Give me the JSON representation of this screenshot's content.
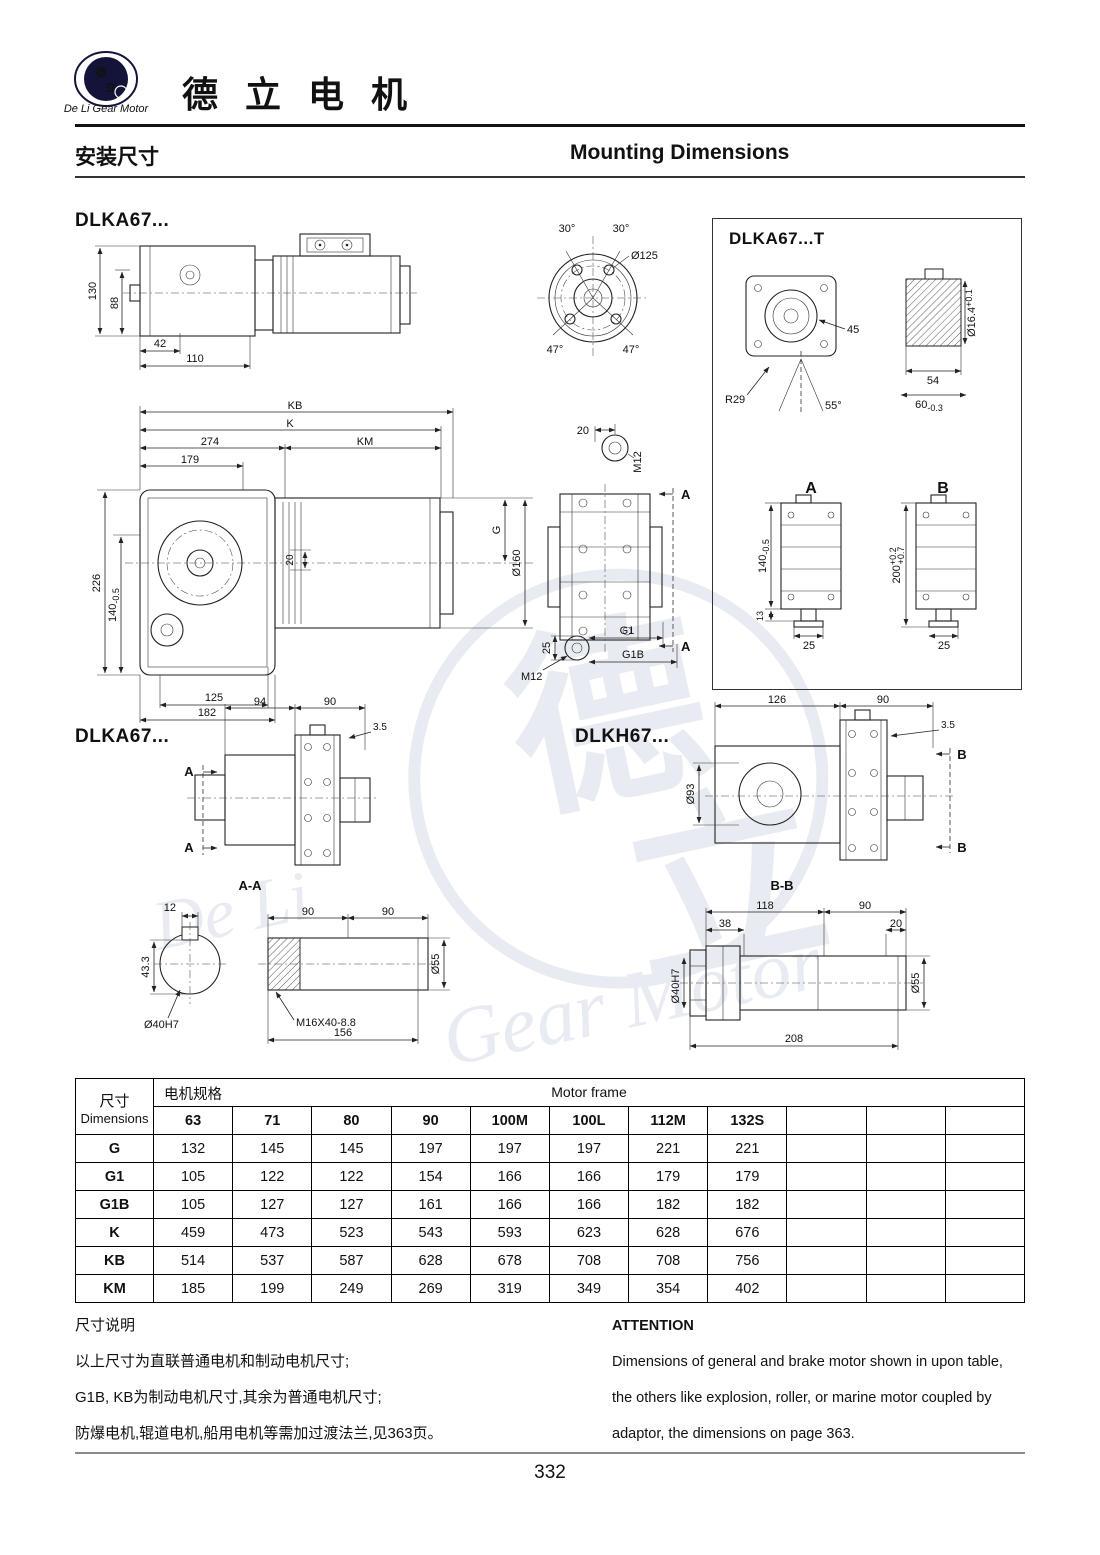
{
  "header": {
    "brand_title": "德 立 电 机",
    "logo_zh1": "德",
    "logo_zh2": "立",
    "logo_en": "De Li Gear Motor"
  },
  "section": {
    "title_zh": "安装尺寸",
    "title_en": "Mounting Dimensions"
  },
  "models": {
    "dlka67_top": "DLKA67...",
    "dlka67_t": "DLKA67...T",
    "dlka67_mid": "DLKA67...",
    "dlkh67": "DLKH67..."
  },
  "watermark": {
    "char1": "德",
    "char2": "立",
    "script1": "De Li",
    "script2": "Gear Motor"
  },
  "dims": {
    "side": {
      "v130": "130",
      "v88": "88",
      "v42": "42",
      "v110": "110"
    },
    "flange": {
      "a30l": "30°",
      "a30r": "30°",
      "d125": "Ø125",
      "a47l": "47°",
      "a47r": "47°"
    },
    "tbox": {
      "v45": "45",
      "r29": "R29",
      "a55": "55°",
      "d164": "Ø16.4",
      "d164t": "+0.1",
      "v54": "54",
      "v60": "60",
      "v60t": "-0.3",
      "viewA": "A",
      "viewB": "B",
      "v140": "140",
      "v140t": "-0.5",
      "v13": "13",
      "v25a": "25",
      "v200": "200",
      "v200t1": "+0.2",
      "v200t2": "+0.7",
      "v25b": "25"
    },
    "main": {
      "kb": "KB",
      "k": "K",
      "v274": "274",
      "km": "KM",
      "v179": "179",
      "v226": "226",
      "v140": "140",
      "v140t": "-0.5",
      "v20": "20",
      "g": "G",
      "d160": "Ø160",
      "v125": "125",
      "v182": "182"
    },
    "center": {
      "v20": "20",
      "m12top": "M12",
      "a1": "A",
      "a2": "A",
      "v25": "25",
      "m12bot": "M12",
      "g1": "G1",
      "g1b": "G1B"
    },
    "ka": {
      "v94": "94",
      "v90": "90",
      "v35": "3.5",
      "a1": "A",
      "a2": "A"
    },
    "kh": {
      "v126": "126",
      "v90": "90",
      "v35": "3.5",
      "d93": "Ø93",
      "b1": "B",
      "b2": "B"
    },
    "aa": {
      "title": "A-A",
      "v12": "12",
      "v90a": "90",
      "v90b": "90",
      "v433": "43.3",
      "d40": "Ø40H7",
      "d55": "Ø55",
      "m16": "M16X40-8.8",
      "v156": "156"
    },
    "bb": {
      "title": "B-B",
      "v118": "118",
      "v90": "90",
      "v38": "38",
      "v20": "20",
      "d40": "Ø40H7",
      "d55": "Ø55",
      "v208": "208"
    }
  },
  "table": {
    "corner_zh": "尺寸",
    "corner_en": "Dimensions",
    "spec_zh": "电机规格",
    "spec_en": "Motor frame",
    "columns": [
      "63",
      "71",
      "80",
      "90",
      "100M",
      "100L",
      "112M",
      "132S",
      "",
      "",
      ""
    ],
    "rows": [
      {
        "label": "G",
        "values": [
          "132",
          "145",
          "145",
          "197",
          "197",
          "197",
          "221",
          "221",
          "",
          "",
          ""
        ]
      },
      {
        "label": "G1",
        "values": [
          "105",
          "122",
          "122",
          "154",
          "166",
          "166",
          "179",
          "179",
          "",
          "",
          ""
        ]
      },
      {
        "label": "G1B",
        "values": [
          "105",
          "127",
          "127",
          "161",
          "166",
          "166",
          "182",
          "182",
          "",
          "",
          ""
        ]
      },
      {
        "label": "K",
        "values": [
          "459",
          "473",
          "523",
          "543",
          "593",
          "623",
          "628",
          "676",
          "",
          "",
          ""
        ]
      },
      {
        "label": "KB",
        "values": [
          "514",
          "537",
          "587",
          "628",
          "678",
          "708",
          "708",
          "756",
          "",
          "",
          ""
        ]
      },
      {
        "label": "KM",
        "values": [
          "185",
          "199",
          "249",
          "269",
          "319",
          "349",
          "354",
          "402",
          "",
          "",
          ""
        ]
      }
    ]
  },
  "notes": {
    "zh_title": "尺寸说明",
    "zh_lines": [
      "以上尺寸为直联普通电机和制动电机尺寸;",
      "G1B, KB为制动电机尺寸,其余为普通电机尺寸;",
      "防爆电机,辊道电机,船用电机等需加过渡法兰,见363页。"
    ],
    "en_title": "ATTENTION",
    "en_lines": [
      "Dimensions of general and brake motor shown in upon table,",
      "the others like explosion, roller, or marine motor coupled by",
      "adaptor, the dimensions on page 363."
    ]
  },
  "page": {
    "number": "332"
  }
}
